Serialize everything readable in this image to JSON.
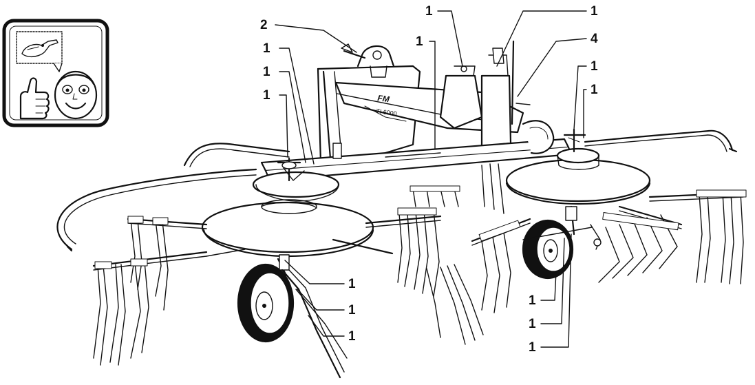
{
  "icon": {
    "name": "lubrication-instruction-icon"
  },
  "machine": {
    "brand": "FM",
    "model": "TI 6000"
  },
  "callouts": [
    {
      "id": "c1",
      "label": "2"
    },
    {
      "id": "c2",
      "label": "1"
    },
    {
      "id": "c3",
      "label": "1"
    },
    {
      "id": "c4",
      "label": "1"
    },
    {
      "id": "c5",
      "label": "1"
    },
    {
      "id": "c6",
      "label": "1"
    },
    {
      "id": "c7",
      "label": "1"
    },
    {
      "id": "c8",
      "label": "4"
    },
    {
      "id": "c9",
      "label": "1"
    },
    {
      "id": "c10",
      "label": "1"
    },
    {
      "id": "c11",
      "label": "1"
    },
    {
      "id": "c12",
      "label": "1"
    },
    {
      "id": "c13",
      "label": "1"
    },
    {
      "id": "c14",
      "label": "1"
    },
    {
      "id": "c15",
      "label": "1"
    },
    {
      "id": "c16",
      "label": "1"
    }
  ]
}
